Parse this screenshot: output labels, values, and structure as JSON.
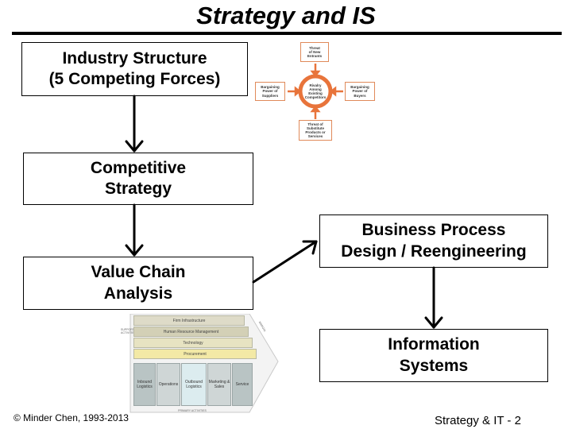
{
  "title": "Strategy and IS",
  "boxes": {
    "industry": "Industry Structure\n(5 Competing Forces)",
    "competitive": "Competitive\nStrategy",
    "value_chain": "Value Chain\nAnalysis",
    "business_process": "Business Process\nDesign / Reengineering",
    "information_systems": "Information\nSystems"
  },
  "five_forces": {
    "top": "Threat\nof New\nEntrants",
    "left": "Bargaining\nPower of\nSuppliers",
    "center": "Rivalry\nAmong\nExisting\nCompetitors",
    "right": "Bargaining\nPower of\nBuyers",
    "bottom": "Threat of\nSubstitute\nProducts or\nServices",
    "accent": "#e8743b"
  },
  "value_chain_graphic": {
    "support": [
      "Firm Infrastructure",
      "Human Resource Management",
      "Technology",
      "Procurement"
    ],
    "primary": [
      "Inbound\nLogistics",
      "Operations",
      "Outbound\nLogistics",
      "Marketing &\nSales",
      "Service"
    ],
    "support_label": "SUPPORT\nACTIVITIES",
    "primary_label": "PRIMARY ACTIVITIES",
    "margin_label": "MARGIN"
  },
  "footer": {
    "copyright": "© Minder Chen, 1993-2013",
    "page": "Strategy & IT - 2"
  }
}
